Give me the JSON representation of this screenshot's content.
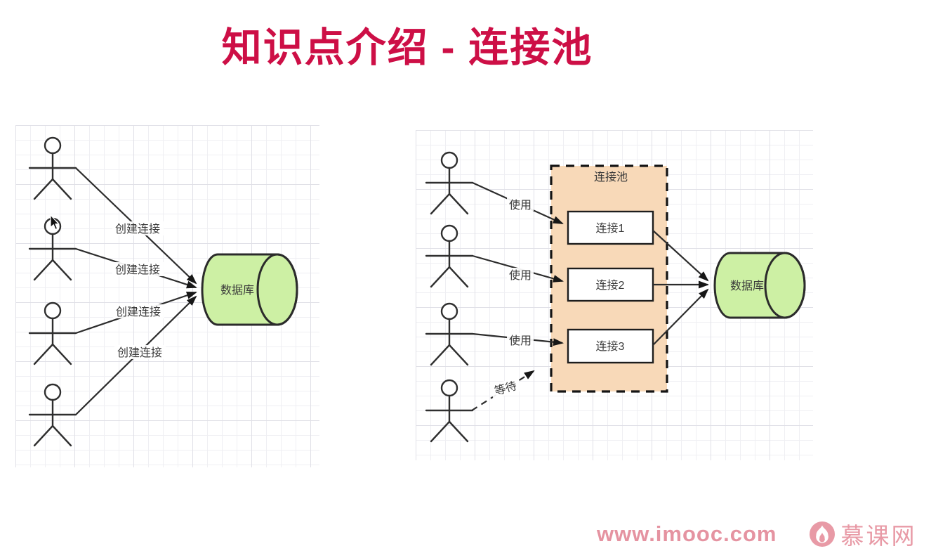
{
  "title": "知识点介绍 - 连接池",
  "left_diagram": {
    "description": "four users each creating a direct connection to the database",
    "actor_count": 4,
    "connection_labels": [
      "创建连接",
      "创建连接",
      "创建连接",
      "创建连接"
    ],
    "database_label": "数据库"
  },
  "right_diagram": {
    "description": "users sharing pooled connections to the database, one user waiting",
    "actor_count": 4,
    "pool_label": "连接池",
    "boxes": [
      "连接1",
      "连接2",
      "连接3"
    ],
    "use_labels": [
      "使用",
      "使用",
      "使用"
    ],
    "wait_label": "等待",
    "database_label": "数据库"
  },
  "footer": {
    "website": "www.imooc.com",
    "brand": "慕课网",
    "logo_icon": "flame-icon"
  },
  "colors": {
    "title_red": "#cd0f46",
    "footer_pink": "#e593a1",
    "pool_fill": "#f8d9b8",
    "database_fill": "#cdf0a4",
    "line_stroke": "#2f2f2f",
    "grid_line": "#e0e0e7"
  }
}
